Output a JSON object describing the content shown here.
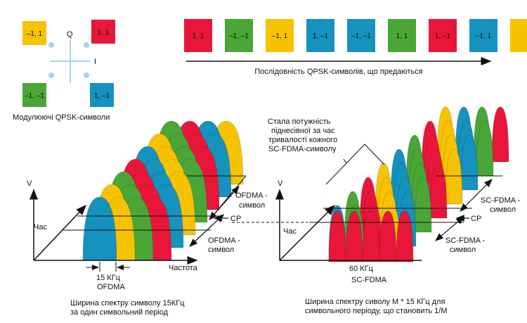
{
  "colors": {
    "red": "#e8173a",
    "green": "#4aa636",
    "yellow": "#f7c300",
    "teal": "#1592bd",
    "dot": "#a8d2f2",
    "axis_light": "#a8d2f2"
  },
  "constellation": {
    "q_label": "Q",
    "i_label": "I",
    "sym_tl": "–1, 1",
    "sym_tr": "1, 1",
    "sym_bl": "–1, –1",
    "sym_br": "1, –1",
    "caption": "Модулюючі QPSK-символи"
  },
  "sequence": {
    "symbols": [
      {
        "label": "1, 1",
        "color": "red"
      },
      {
        "label": "–1, –1",
        "color": "green"
      },
      {
        "label": "–1, 1",
        "color": "yellow"
      },
      {
        "label": "1, –1",
        "color": "teal"
      },
      {
        "label": "–1, –1",
        "color": "teal"
      },
      {
        "label": "1, 1",
        "color": "green"
      },
      {
        "label": "1, –1",
        "color": "red"
      },
      {
        "label": "–1, 1",
        "color": "teal"
      },
      {
        "label": "",
        "color": "yellow"
      }
    ],
    "caption": "Послідовність QPSK-символів, що предаються"
  },
  "ofdma": {
    "v_label": "V",
    "time_label": "Час",
    "freq_label": "Частота",
    "symbol_label_line1": "OFDMA -",
    "symbol_label_line2": "символ",
    "cp_label": "CP",
    "spacing_label": "15 КГц",
    "name": "OFDMA",
    "caption_line1": "Ширина спектру символу 15КГц",
    "caption_line2": "за один символьний період"
  },
  "scfdma": {
    "v_label": "V",
    "time_label": "Час",
    "symbol_label_line1": "SC-FDMA -",
    "symbol_label_line2": "символ",
    "cp_label": "CP",
    "spacing_label": "60 КГц",
    "name": "SC-FDMA",
    "note_line1": "Стала потужність",
    "note_line2": "піднесівної за час",
    "note_line3": "тривалості кожного",
    "note_line4": "SC-FDMA-символу",
    "caption_line1": "Ширина спектру сиволу М * 15 КГц для",
    "caption_line2": "символьного періоду, що становить 1/М"
  }
}
